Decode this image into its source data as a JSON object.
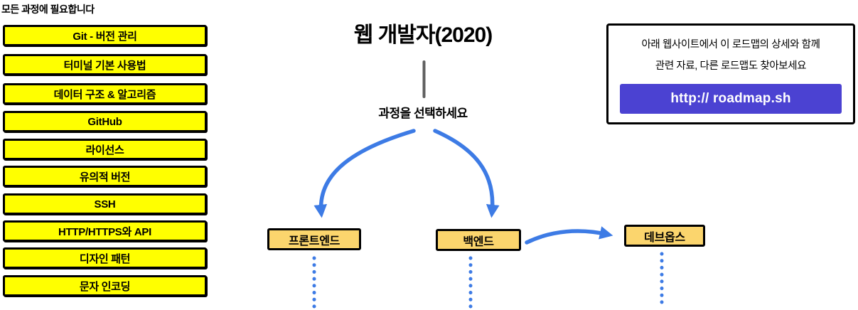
{
  "note": "모든 과정에 필요합니다",
  "left_panel": {
    "items": [
      "Git - 버전 관리",
      "터미널 기본 사용법",
      "데이터 구조 & 알고리즘",
      "GitHub",
      "라이선스",
      "유의적 버전",
      "SSH",
      "HTTP/HTTPS와 API",
      "디자인 패턴",
      "문자 인코딩"
    ]
  },
  "center": {
    "title": "웹 개발자(2020)",
    "subtitle": "과정을 선택하세요",
    "branches": [
      {
        "label": "프론트엔드"
      },
      {
        "label": "백엔드"
      },
      {
        "label": "데브옵스"
      }
    ]
  },
  "info_box": {
    "line1": "아래 웹사이트에서 이 로드맵의 상세와 함께",
    "line2": "관련 자료, 다른 로드맵도 찾아보세요",
    "button_label": "http:// roadmap.sh"
  },
  "colors": {
    "topic_yellow": "#FFFF00",
    "branch_orange": "#FBD56D",
    "arrow_blue": "#3D7BE5",
    "button_purple": "#4B42D2",
    "connector_gray": "#606060"
  }
}
